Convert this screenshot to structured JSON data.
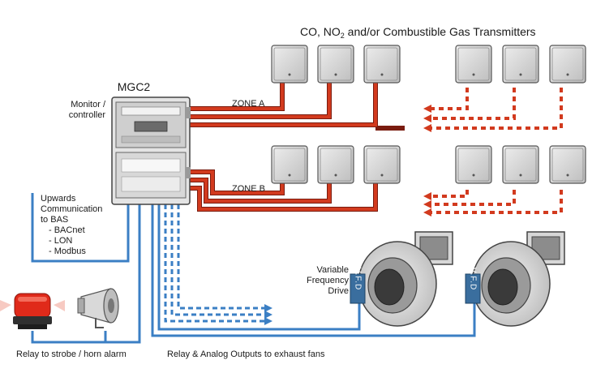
{
  "header": {
    "title_prefix": "CO, NO",
    "title_sub": "2",
    "title_suffix": " and/or Combustible Gas Transmitters"
  },
  "controller": {
    "model": "MGC2",
    "role_line1": "Monitor /",
    "role_line2": "controller"
  },
  "zones": [
    "ZONE A",
    "ZONE B"
  ],
  "bas": {
    "line1": "Upwards",
    "line2": "Communication",
    "line3": "to BAS",
    "protocols": [
      "- BACnet",
      "- LON",
      "- Modbus"
    ]
  },
  "vfd": {
    "label_lines": [
      "Variable",
      "Frequency",
      "Drive"
    ],
    "tag": "V.F.D"
  },
  "captions": {
    "alarm": "Relay to strobe / horn alarm",
    "outputs": "Relay & Analog Outputs to exhaust fans"
  },
  "colors": {
    "signal_wire": "#d23a1e",
    "comm_wire": "#3b7fc4",
    "device_gray": "#d9d9d9",
    "strobe_red": "#e02a1a"
  }
}
